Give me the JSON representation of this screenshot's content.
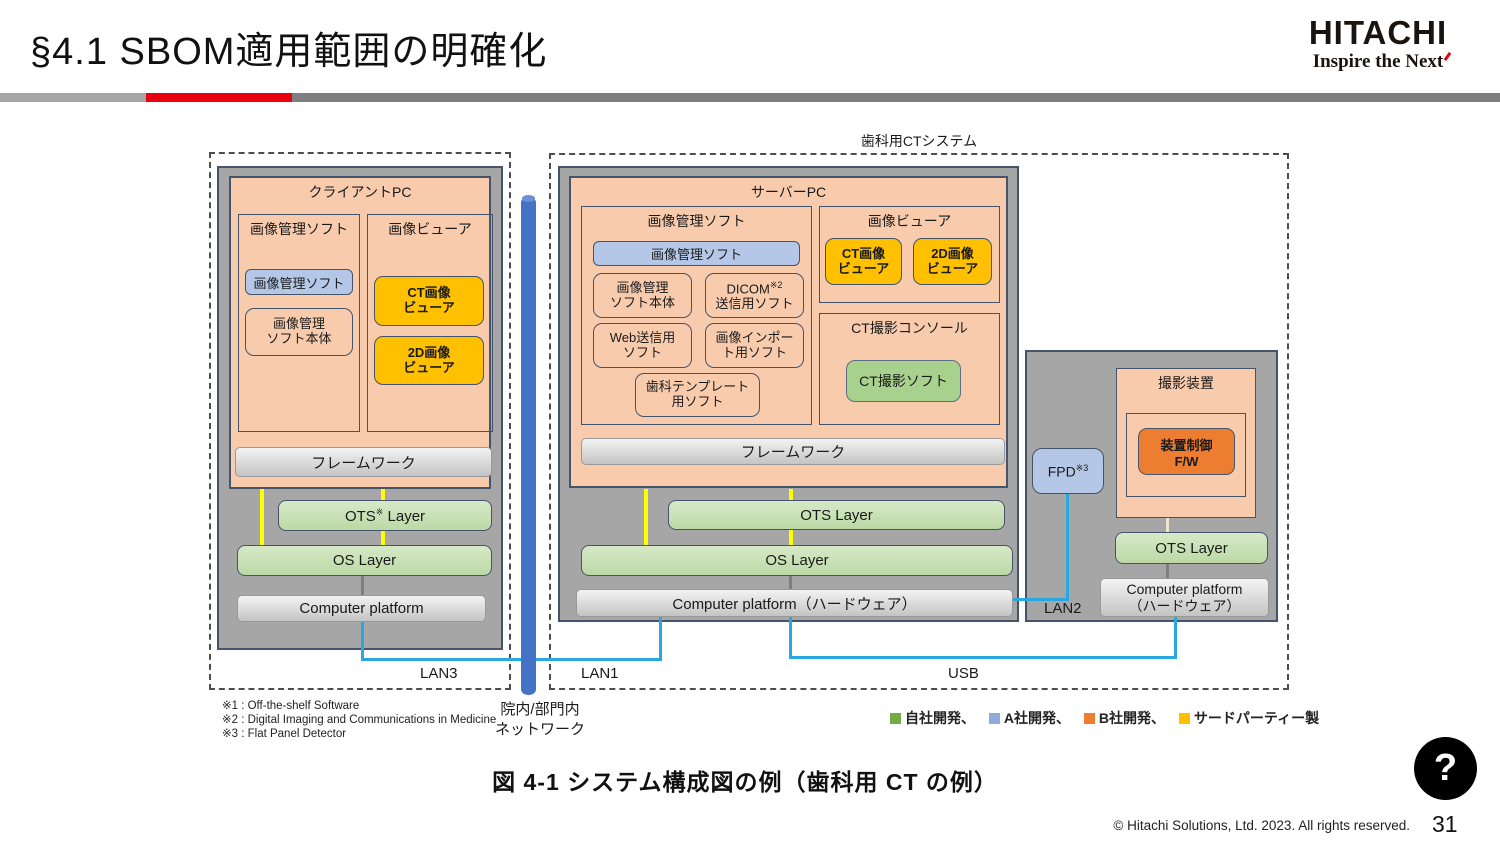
{
  "slide": {
    "title": "§4.1 SBOM適用範囲の明確化",
    "caption": "図 4-1 システム構成図の例（歯科用 CT の例）",
    "copyright": "© Hitachi Solutions, Ltd. 2023. All rights reserved.",
    "page_number": "31",
    "help_glyph": "?"
  },
  "logo": {
    "name": "HITACHI",
    "tagline": "Inspire the Next"
  },
  "colors": {
    "accent_red": "#E60012",
    "peach_fill": "#F8CBAD",
    "gray_fill": "#A6A6A6",
    "box_border": "#44546A",
    "lan_line_blue": "#2BA7E0",
    "connector_yellow": "#FFFF00",
    "cylinder_blue": "#4472C4"
  },
  "diagram": {
    "system_label": "歯科用CTシステム",
    "network_l1": "院内/部門内",
    "network_l2": "ネットワーク",
    "labels": {
      "lan1": "LAN1",
      "lan2": "LAN2",
      "lan3": "LAN3",
      "usb": "USB"
    },
    "footnotes": [
      "※1 : Off-the-shelf Software",
      "※2 : Digital Imaging and Communications in Medicine",
      "※3 : Flat Panel Detector"
    ],
    "legend": [
      {
        "color": "#70AD47",
        "label": "自社開発、"
      },
      {
        "color": "#8FAADC",
        "label": "A社開発、"
      },
      {
        "color": "#ED7D31",
        "label": "B社開発、"
      },
      {
        "color": "#FFC000",
        "label": "サードパーティー製"
      }
    ],
    "client": {
      "title": "クライアントPC",
      "group_sw": "画像管理ソフト",
      "group_viewer": "画像ビューア",
      "sw_app": "画像管理ソフト",
      "sw_main_l1": "画像管理",
      "sw_main_l2": "ソフト本体",
      "ct_viewer_l1": "CT画像",
      "ct_viewer_l2": "ビューア",
      "viewer2d_l1": "2D画像",
      "viewer2d_l2": "ビューア",
      "framework": "フレームワーク",
      "ots_pre": "OTS",
      "ots_sup": "※",
      "ots_post": " Layer",
      "os": "OS Layer",
      "platform": "Computer platform"
    },
    "server": {
      "title": "サーバーPC",
      "group_sw": "画像管理ソフト",
      "sw_app": "画像管理ソフト",
      "sw_main_l1": "画像管理",
      "sw_main_l2": "ソフト本体",
      "dicom_pre": "DICOM",
      "dicom_sup": "※2",
      "dicom_l2": "送信用ソフト",
      "web_l1": "Web送信用",
      "web_l2": "ソフト",
      "import_l1": "画像インポー",
      "import_l2": "ト用ソフト",
      "template_l1": "歯科テンプレート",
      "template_l2": "用ソフト",
      "group_viewer": "画像ビューア",
      "ct_viewer_l1": "CT画像",
      "ct_viewer_l2": "ビューア",
      "viewer2d_l1": "2D画像",
      "viewer2d_l2": "ビューア",
      "console_title": "CT撮影コンソール",
      "ct_sw": "CT撮影ソフト",
      "framework": "フレームワーク",
      "ots": "OTS Layer",
      "os": "OS Layer",
      "platform": "Computer platform（ハードウェア）"
    },
    "device": {
      "fpd_pre": "FPD",
      "fpd_sup": "※3",
      "title": "撮影装置",
      "fw_l1": "装置制御",
      "fw_l2": "F/W",
      "ots": "OTS Layer",
      "platform_l1": "Computer platform",
      "platform_l2": "（ハードウェア）"
    }
  }
}
